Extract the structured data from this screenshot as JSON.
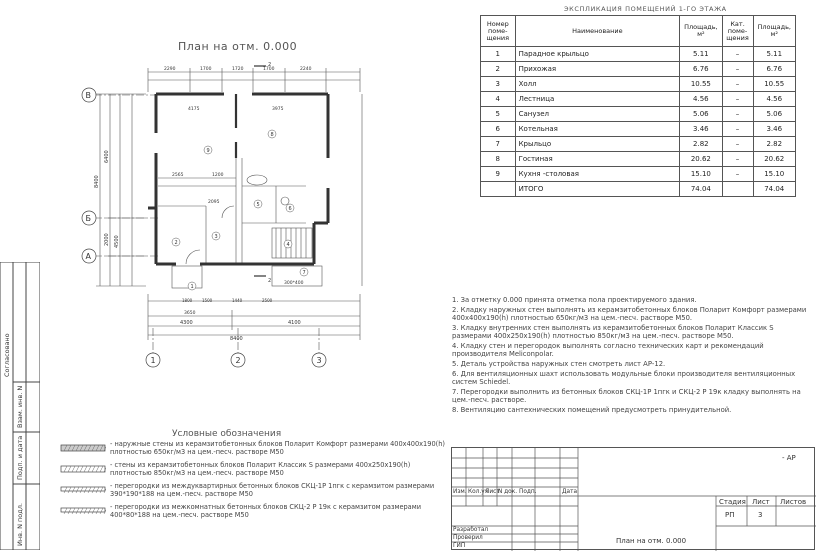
{
  "sheet": {
    "plan_title": "План на отм. 0.000",
    "legend_title": "Условные обозначения",
    "side_labels": [
      "Согласовано",
      "Взам. инв. N",
      "Подп. и дата",
      "Инв. N подл."
    ]
  },
  "explication": {
    "title": "ЭКСПЛИКАЦИЯ ПОМЕЩЕНИЙ 1-ГО ЭТАЖА",
    "headers": {
      "num": "Номер поме- щения",
      "name": "Наименование",
      "area": "Площадь, м²",
      "cat": "Кат. поме- щения",
      "area2": "Площадь, м²"
    },
    "rows": [
      {
        "num": "1",
        "name": "Парадное крыльцо",
        "area": "5.11",
        "cat": "–",
        "area2": "5.11"
      },
      {
        "num": "2",
        "name": "Прихожая",
        "area": "6.76",
        "cat": "–",
        "area2": "6.76"
      },
      {
        "num": "3",
        "name": "Холл",
        "area": "10.55",
        "cat": "–",
        "area2": "10.55"
      },
      {
        "num": "4",
        "name": "Лестница",
        "area": "4.56",
        "cat": "–",
        "area2": "4.56"
      },
      {
        "num": "5",
        "name": "Санузел",
        "area": "5.06",
        "cat": "–",
        "area2": "5.06"
      },
      {
        "num": "6",
        "name": "Котельная",
        "area": "3.46",
        "cat": "–",
        "area2": "3.46"
      },
      {
        "num": "7",
        "name": "Крыльцо",
        "area": "2.82",
        "cat": "–",
        "area2": "2.82"
      },
      {
        "num": "8",
        "name": "Гостиная",
        "area": "20.62",
        "cat": "–",
        "area2": "20.62"
      },
      {
        "num": "9",
        "name": "Кухня -столовая",
        "area": "15.10",
        "cat": "–",
        "area2": "15.10"
      },
      {
        "num": "",
        "name": "ИТОГО",
        "area": "74.04",
        "cat": "",
        "area2": "74.04"
      }
    ]
  },
  "notes": [
    "1. За отметку 0.000 принята отметка пола проектируемого здания.",
    "2. Кладку наружных стен выполнять из керамзитобетонных блоков Поларит Комфорт размерами 400х400х190(h) плотностью 650кг/м3 на цем.-песч. растворе М50.",
    "3. Кладку внутренних стен выполнять из керамзитобетонных блоков Поларит Классик S размерами 400х250х190(h) плотностью 850кг/м3 на цем.-песч. растворе М50.",
    "4. Кладку стен и перегородок выполнять согласно технических карт и рекомендаций производителя Meliconpolar.",
    "5. Деталь устройства наружных стен смотреть лист АР-12.",
    "6. Для вентиляционных шахт использовать модульные блоки производителя вентиляционных систем Schiedel.",
    "7. Перегородки выполнить из бетонных блоков СКЦ-1Р 1пгк и СКЦ-2 Р 19к кладку выполнять на цем.-песч. растворе.",
    "8. Вентиляцию сантехнических помещений предусмотреть принудительной."
  ],
  "legend": [
    "- наружные стены из керамзитобетонных блоков Поларит Комфорт размерами 400х400х190(h) плотностью 650кг/м3 на цем.-песч. растворе М50",
    "- стены из керамзитобетонных блоков Поларит Классик S размерами 400х250х190(h) плотностью 850кг/м3 на цем.-песч. растворе М50",
    "- перегородки из междуквартирных бетонных блоков СКЦ-1Р 1пгк с керамзитом размерами 390*190*188 на цем.-песч. растворе М50",
    "- перегородки из межкомнатных бетонных блоков СКЦ-2 Р 19к с керамзитом размерами 400*80*188 на цем.-песч. растворе М50"
  ],
  "stamp": {
    "code": "- АР",
    "cols": [
      "Изм.",
      "Кол.уч",
      "Лист",
      "N док.",
      "Подп.",
      "Дата"
    ],
    "roles": [
      "Разработал",
      "Проверил",
      "ГИП"
    ],
    "sheet_name": "План на отм. 0.000",
    "stage_h": "Стадия",
    "sheet_h": "Лист",
    "sheets_h": "Листов",
    "stage": "РП",
    "sheet": "3",
    "sheets": ""
  },
  "plan": {
    "axes_letters": [
      "В",
      "Б",
      "А"
    ],
    "axes_numbers": [
      "1",
      "2",
      "3"
    ],
    "dims_top": [
      "2290",
      "1700",
      "1720",
      "1700",
      "2240"
    ],
    "dims_bottom": [
      "3650",
      "4300",
      "4100",
      "8400"
    ],
    "dims_left": [
      "8400",
      "6400",
      "4500",
      "2000"
    ],
    "dims_inner": [
      "4175",
      "3975",
      "2565",
      "2095",
      "1200",
      "1800",
      "1500",
      "1440",
      "2500"
    ],
    "rooms": [
      "1",
      "2",
      "3",
      "4",
      "5",
      "6",
      "7",
      "8",
      "9"
    ],
    "section_mark": "2",
    "porch_dim": "300*400"
  }
}
